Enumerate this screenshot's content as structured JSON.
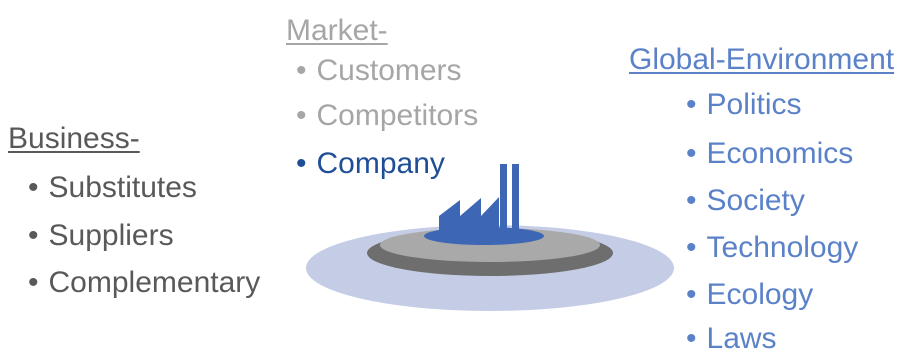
{
  "market": {
    "heading": "Market-",
    "items": [
      "Customers",
      "Competitors"
    ],
    "highlight": "Company"
  },
  "business": {
    "heading": "Business-",
    "items": [
      "Substitutes",
      "Suppliers",
      "Complementary"
    ]
  },
  "global": {
    "heading": "Global-Environment",
    "items": [
      "Politics",
      "Economics",
      "Society",
      "Technology",
      "Ecology",
      "Laws"
    ]
  },
  "bullet": "•",
  "icons": {
    "company": "factory-icon",
    "base": "layered-disc-platform"
  },
  "colors": {
    "market_gray": "#a6a6a6",
    "business_gray": "#595959",
    "company_blue": "#1f4e96",
    "global_blue": "#5b82c8",
    "factory_blue": "#3d67b5",
    "outer_disc": "#c5cde6",
    "middle_disc": "#6e6e6e",
    "inner_disc": "#a9a9a9"
  }
}
